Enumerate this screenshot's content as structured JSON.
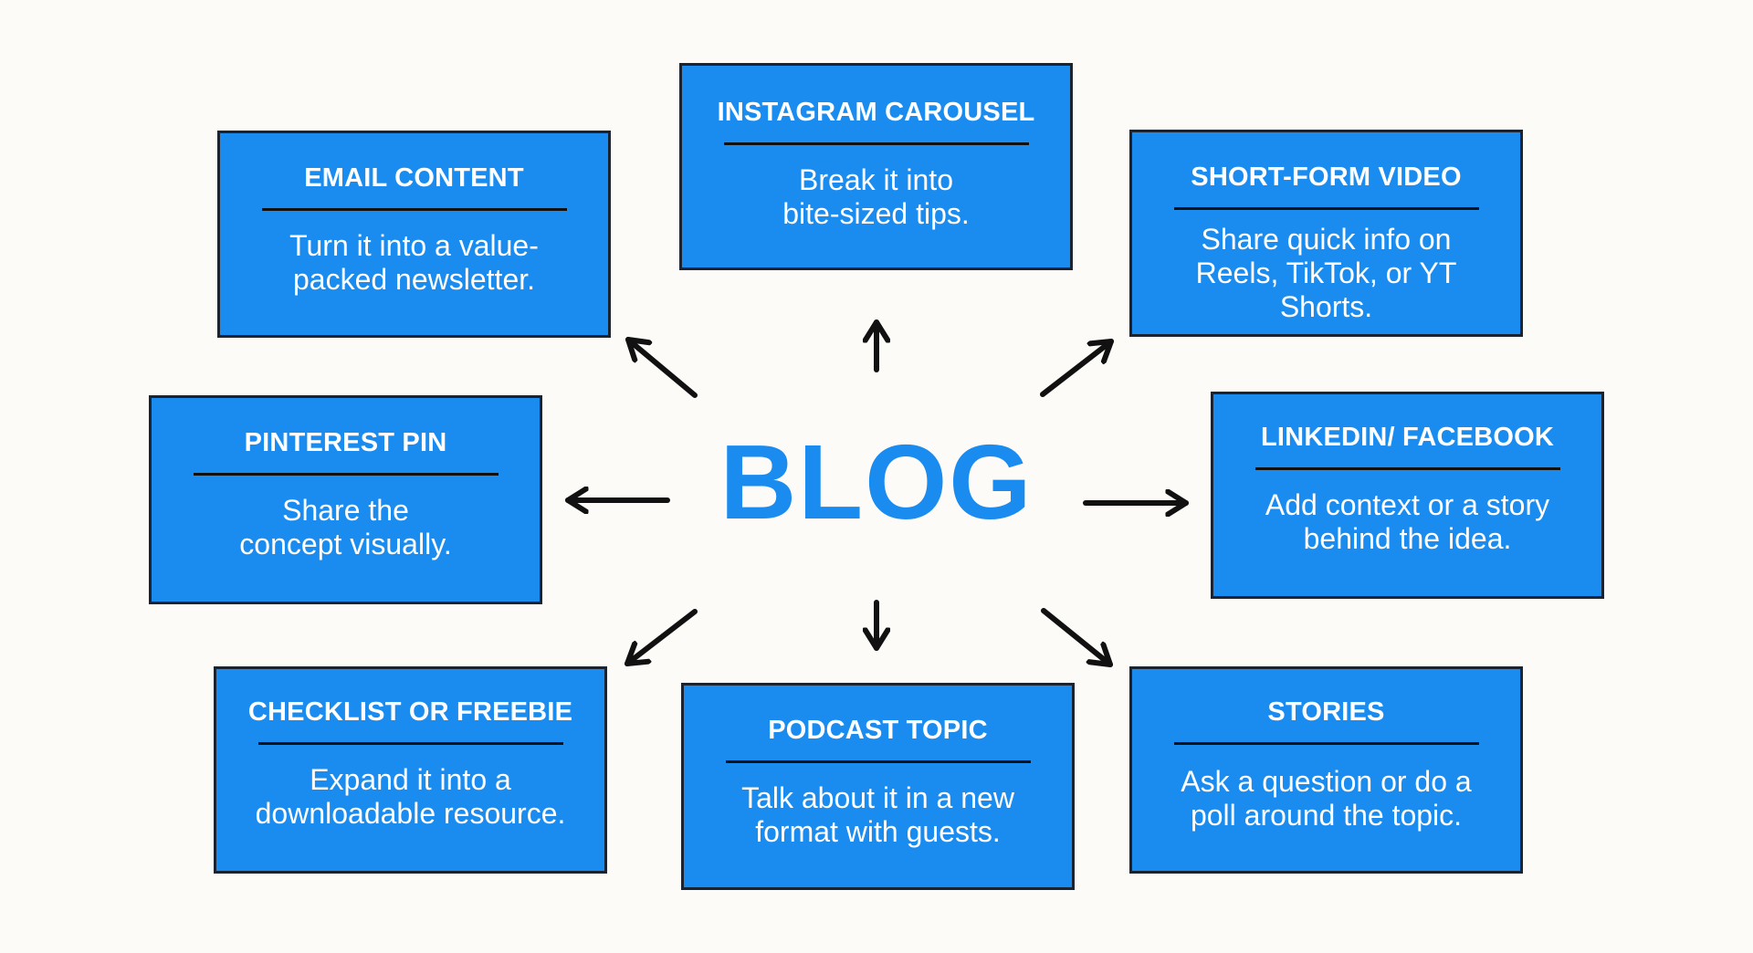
{
  "center": {
    "title": "BLOG"
  },
  "colors": {
    "card_fill": "#1a8cf0",
    "card_border": "#1c2330",
    "center_text": "#1a8cf0",
    "arrow": "#111111",
    "background": "#fcfbf8"
  },
  "cards": {
    "email": {
      "title": "EMAIL CONTENT",
      "body": "Turn it into a value-\npacked newsletter."
    },
    "instagram": {
      "title": "INSTAGRAM CAROUSEL",
      "body": "Break it into\nbite-sized tips."
    },
    "short_video": {
      "title": "SHORT-FORM VIDEO",
      "body": "Share quick info on\nReels, TikTok, or YT\nShorts."
    },
    "pinterest": {
      "title": "PINTEREST PIN",
      "body": "Share the\nconcept visually."
    },
    "linkedin": {
      "title": "LINKEDIN/ FACEBOOK",
      "body": "Add context or a story\nbehind the idea."
    },
    "checklist": {
      "title": "CHECKLIST OR FREEBIE",
      "body": "Expand it into a\ndownloadable resource."
    },
    "podcast": {
      "title": "PODCAST TOPIC",
      "body": "Talk about it in a new\nformat with guests."
    },
    "stories": {
      "title": "STORIES",
      "body": "Ask a question or do a\npoll around the topic."
    }
  }
}
